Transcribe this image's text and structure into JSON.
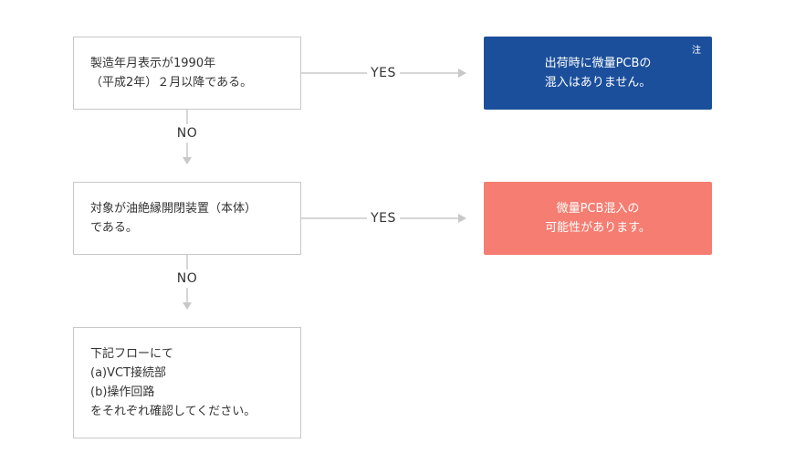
{
  "colors": {
    "border": "#c8c8c8",
    "connector": "#c8c8c8",
    "result_safe": "#1b4f9c",
    "result_risk": "#f57d71"
  },
  "steps": [
    {
      "lines": [
        "製造年月表示が1990年",
        "（平成2年）２月以降である。"
      ]
    },
    {
      "lines": [
        "対象が油絶縁開閉装置（本体）",
        "である。"
      ]
    },
    {
      "lines": [
        "下記フローにて",
        "(a)VCT接続部",
        "(b)操作回路",
        "をそれぞれ確認してください。"
      ]
    }
  ],
  "results": [
    {
      "lines": [
        "出荷時に微量PCBの",
        "混入はありません。"
      ],
      "note": "注"
    },
    {
      "lines": [
        "微量PCB混入の",
        "可能性があります。"
      ]
    }
  ],
  "branch_labels": {
    "yes": "YES",
    "no": "NO"
  }
}
